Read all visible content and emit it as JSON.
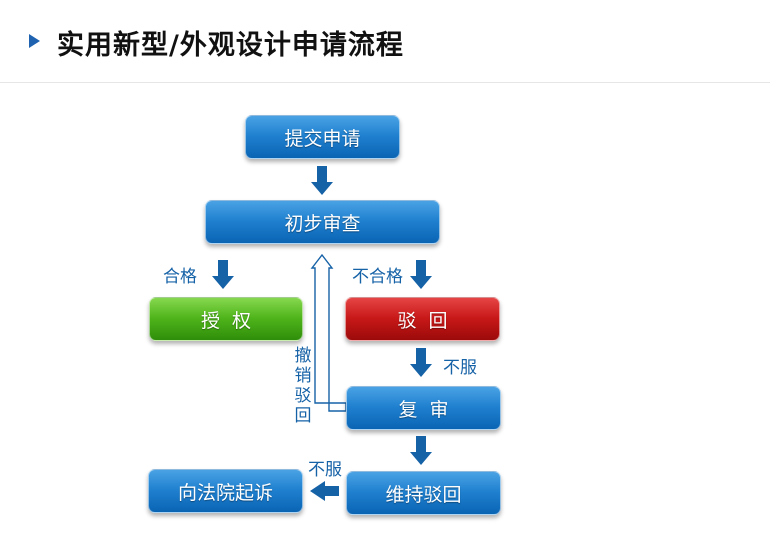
{
  "header": {
    "title": "实用新型/外观设计申请流程"
  },
  "nodes": {
    "submit": "提交申请",
    "preliminary_review": "初步审查",
    "grant": "授权",
    "reject": "驳回",
    "re_examination": "复审",
    "maintain_rejection": "维持驳回",
    "court_appeal": "向法院起诉"
  },
  "edge_labels": {
    "qualified": "合格",
    "unqualified": "不合格",
    "disagree_1": "不服",
    "disagree_2": "不服",
    "revoke_rejection": "撤销驳回"
  },
  "colors": {
    "node_blue": "#1f80cf",
    "node_green": "#4fb41b",
    "node_red": "#c81818",
    "arrow": "#1662a7",
    "label": "#1662a7"
  }
}
